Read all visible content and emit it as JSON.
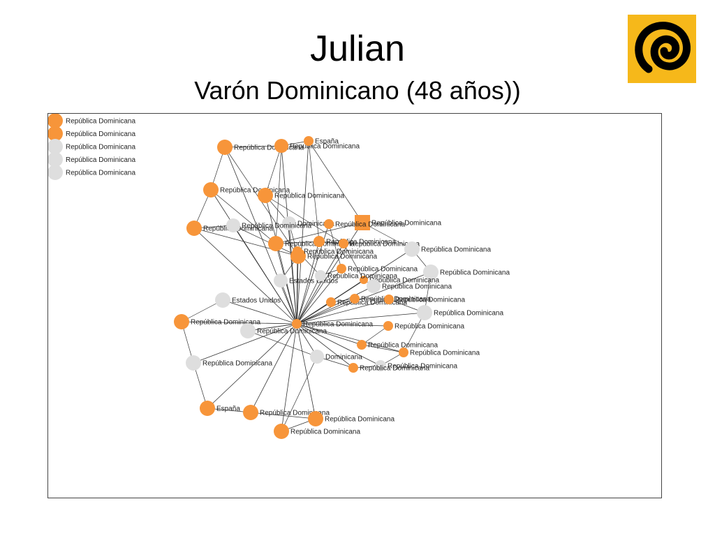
{
  "header": {
    "title": "Julian",
    "subtitle": "Varón Dominicano (48 años))"
  },
  "logo": {
    "icon": "spiral-logo-icon",
    "background": "#f6b81a",
    "color": "#000000"
  },
  "colors": {
    "orange": "#f7953a",
    "grey": "#dedede",
    "edge": "#333333"
  },
  "legend": [
    {
      "label": "República Dominicana",
      "color": "orange"
    },
    {
      "label": "República Dominicana",
      "color": "orange"
    },
    {
      "label": "República Dominicana",
      "color": "grey"
    },
    {
      "label": "República Dominicana",
      "color": "grey"
    },
    {
      "label": "República Dominicana",
      "color": "grey"
    }
  ],
  "nodes": [
    {
      "label": "República Dominicana",
      "color": "orange"
    },
    {
      "label": "República Dominicana",
      "color": "orange"
    },
    {
      "label": "España",
      "color": "orange"
    },
    {
      "label": "República Dominicana",
      "color": "orange"
    },
    {
      "label": "República Dominicana",
      "color": "orange"
    },
    {
      "label": "República Dominicana",
      "color": "orange"
    },
    {
      "label": "República Dominicana",
      "color": "orange"
    },
    {
      "label": "Dominicana",
      "color": "grey"
    },
    {
      "label": "República Dominicana",
      "color": "grey"
    },
    {
      "label": "República Dominicana",
      "color": "orange"
    },
    {
      "label": "República Dominicana",
      "color": "orange"
    },
    {
      "label": "República Dominicana",
      "color": "orange"
    },
    {
      "label": "República Dominicana",
      "color": "grey"
    },
    {
      "label": "República Dominicana",
      "color": "orange"
    },
    {
      "label": "República Dominicana",
      "color": "grey"
    },
    {
      "label": "Estados Unidos",
      "color": "grey"
    },
    {
      "label": "República Dominicana",
      "color": "orange"
    },
    {
      "label": "República Dominicana",
      "color": "grey"
    },
    {
      "label": "República Dominicana",
      "color": "orange"
    },
    {
      "label": "Estados Unidos",
      "color": "grey"
    },
    {
      "label": "República Dominicana",
      "color": "orange"
    },
    {
      "label": "República Dominicana",
      "color": "orange"
    },
    {
      "label": "República Dominicana",
      "color": "grey"
    },
    {
      "label": "República Dominicana",
      "color": "orange"
    },
    {
      "label": "República Dominicana",
      "color": "orange"
    },
    {
      "label": "República Dominicana",
      "color": "grey"
    },
    {
      "label": "República Dominicana",
      "color": "orange"
    },
    {
      "label": "Dominicana",
      "color": "grey"
    },
    {
      "label": "República Dominicana",
      "color": "orange"
    },
    {
      "label": "República Dominicana",
      "color": "grey"
    },
    {
      "label": "República Dominicana",
      "color": "orange"
    },
    {
      "label": "República Dominicana",
      "color": "grey"
    },
    {
      "label": "República Dominicana",
      "color": "orange"
    },
    {
      "label": "España",
      "color": "orange"
    },
    {
      "label": "República Dominicana",
      "color": "orange"
    },
    {
      "label": "República Dominicana",
      "color": "orange"
    },
    {
      "label": "República Dominicana",
      "color": "orange"
    },
    {
      "label": "República Dominicana",
      "color": "orange"
    },
    {
      "label": "República Dominicana",
      "color": "grey"
    },
    {
      "label": "República Dominicana",
      "color": "orange"
    },
    {
      "label": "República Dominicana",
      "color": "orange"
    }
  ]
}
